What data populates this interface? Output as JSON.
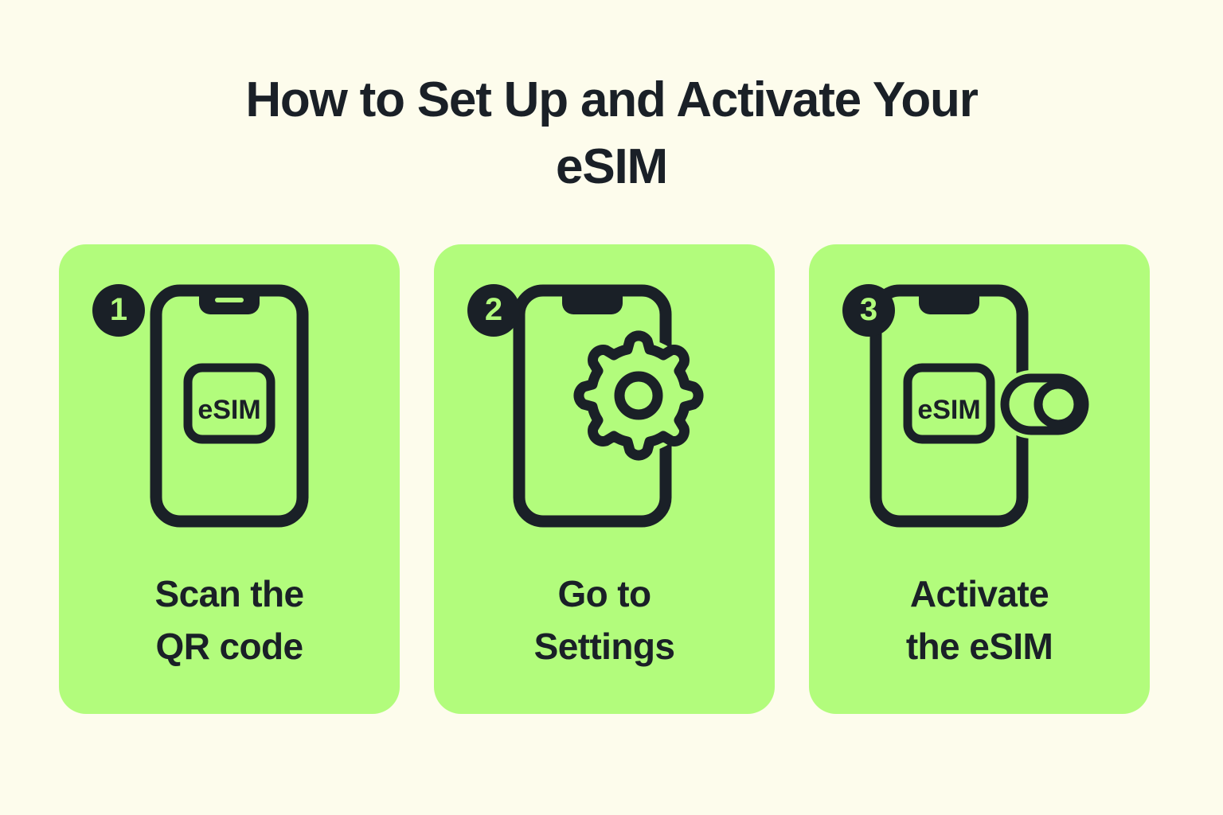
{
  "background_color": "#FDFCEC",
  "accent_color": "#B2FC7C",
  "ink_color": "#1A2027",
  "header": {
    "title_line_1": "How to Set Up and Activate Your",
    "title_line_2": "eSIM",
    "title_full": "How to Set Up and Activate Your eSIM"
  },
  "steps": [
    {
      "number": "1",
      "caption_line_1": "Scan the",
      "caption_line_2": "QR code",
      "caption_full": "Scan the QR code",
      "icon": "phone-esim-icon",
      "screen_label": "eSIM"
    },
    {
      "number": "2",
      "caption_line_1": "Go to",
      "caption_line_2": "Settings",
      "caption_full": "Go to Settings",
      "icon": "phone-gear-icon",
      "screen_label": ""
    },
    {
      "number": "3",
      "caption_line_1": "Activate",
      "caption_line_2": "the eSIM",
      "caption_full": "Activate the eSIM",
      "icon": "phone-esim-toggle-icon",
      "screen_label": "eSIM"
    }
  ]
}
